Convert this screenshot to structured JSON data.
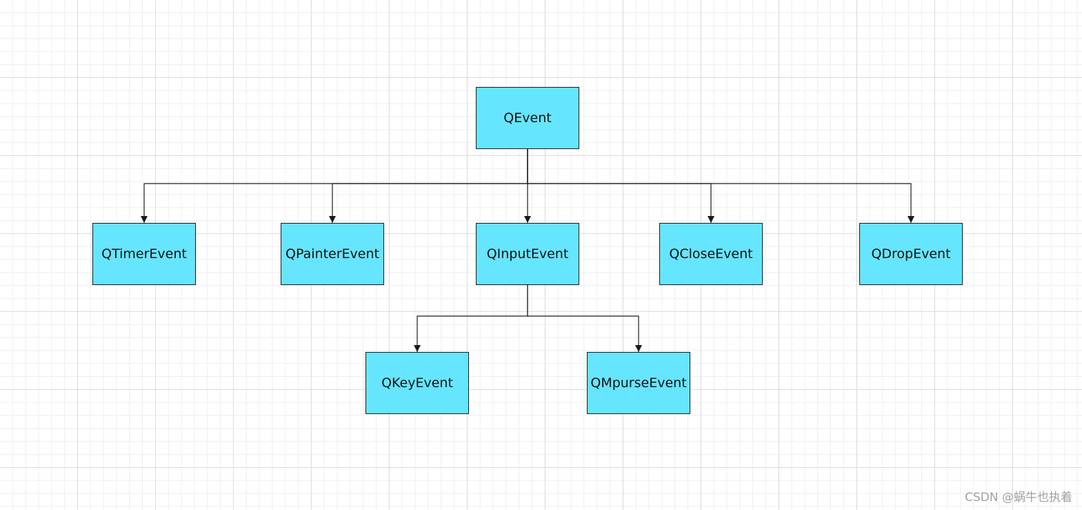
{
  "diagram": {
    "node_fill": "#66e5fe",
    "line_color": "#1a1a1a",
    "nodes": {
      "qevent": {
        "label": "QEvent"
      },
      "qtimerevent": {
        "label": "QTimerEvent"
      },
      "qpainterevent": {
        "label": "QPainterEvent"
      },
      "qinputevent": {
        "label": "QInputEvent"
      },
      "qcloseevent": {
        "label": "QCloseEvent"
      },
      "qdropevent": {
        "label": "QDropEvent"
      },
      "qkeyevent": {
        "label": "QKeyEvent"
      },
      "qmpurseevent": {
        "label": "QMpurseEvent"
      }
    },
    "edges": [
      {
        "from": "qevent",
        "to": "qtimerevent"
      },
      {
        "from": "qevent",
        "to": "qpainterevent"
      },
      {
        "from": "qevent",
        "to": "qinputevent"
      },
      {
        "from": "qevent",
        "to": "qcloseevent"
      },
      {
        "from": "qevent",
        "to": "qdropevent"
      },
      {
        "from": "qinputevent",
        "to": "qkeyevent"
      },
      {
        "from": "qinputevent",
        "to": "qmpurseevent"
      }
    ]
  },
  "watermark": {
    "text": "CSDN @蜗牛也执着"
  }
}
